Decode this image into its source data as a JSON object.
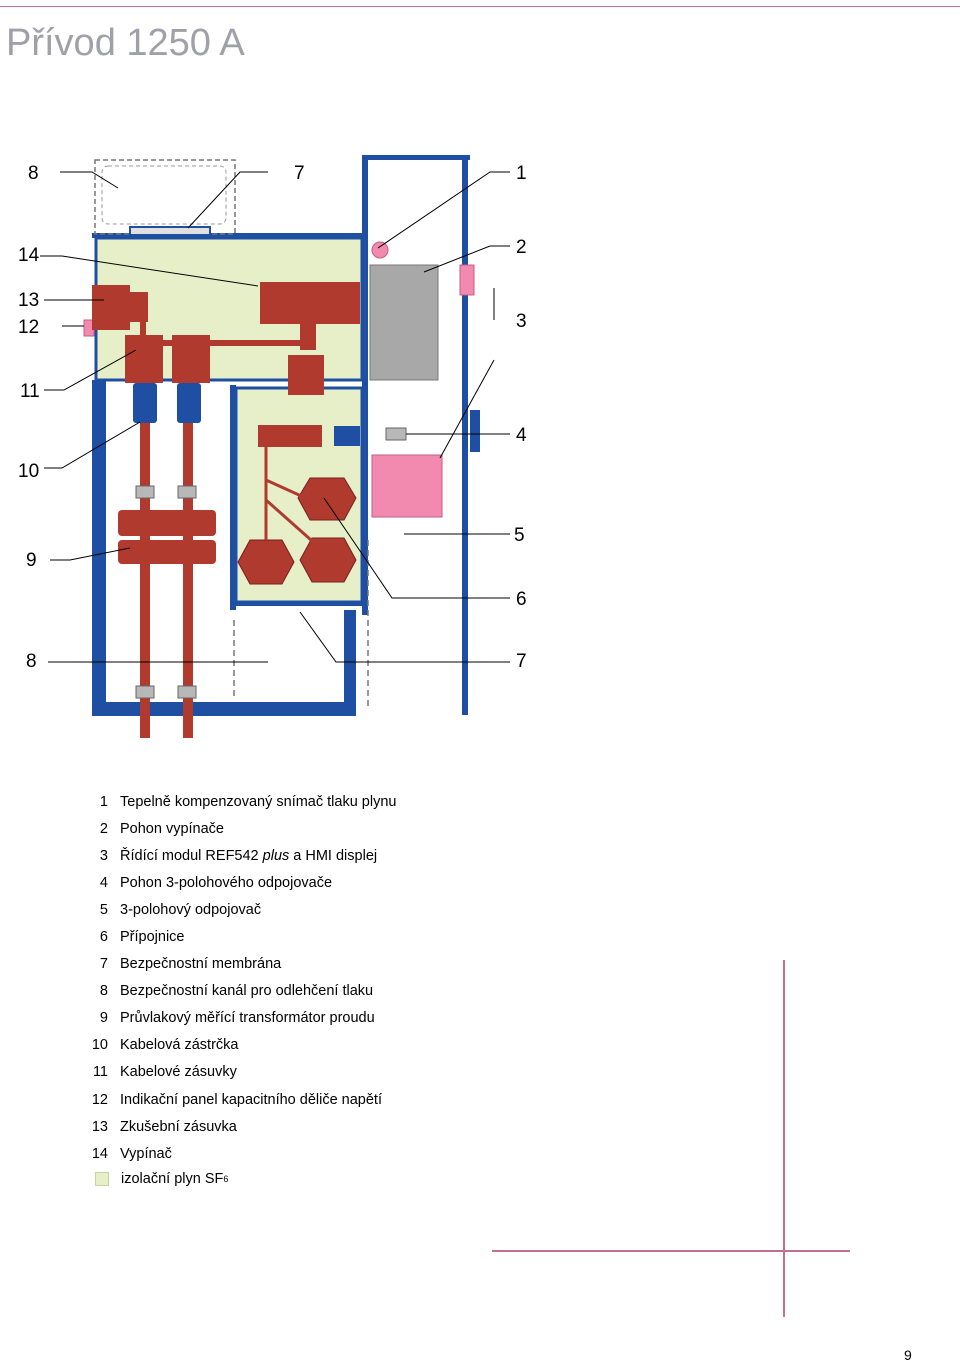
{
  "title": "Přívod 1250 A",
  "callouts_left": [
    "8",
    "14",
    "13",
    "12",
    "11",
    "10",
    "9",
    "8"
  ],
  "callouts_right": [
    "7",
    "1",
    "2",
    "3",
    "4",
    "5",
    "6",
    "7"
  ],
  "legend": [
    {
      "num": "1",
      "text": "Tepelně kompenzovaný snímač tlaku plynu"
    },
    {
      "num": "2",
      "text": "Pohon vypínače"
    },
    {
      "num": "3",
      "text_before": "Řídící modul REF542 ",
      "text_italic": "plus",
      "text_after": " a HMI displej"
    },
    {
      "num": "4",
      "text": "Pohon 3-polohového odpojovače"
    },
    {
      "num": "5",
      "text": "3-polohový odpojovač"
    },
    {
      "num": "6",
      "text": "Přípojnice"
    },
    {
      "num": "7",
      "text": "Bezpečnostní membrána"
    },
    {
      "num": "8",
      "text": "Bezpečnostní kanál pro odlehčení tlaku"
    },
    {
      "num": "9",
      "text": "Průvlakový měřící transformátor proudu"
    },
    {
      "num": "10",
      "text": "Kabelová zástrčka"
    },
    {
      "num": "11",
      "text": "Kabelové zásuvky"
    },
    {
      "num": "12",
      "text": "Indikační panel kapacitního děliče napětí"
    },
    {
      "num": "13",
      "text": "Zkušební zásuvka"
    },
    {
      "num": "14",
      "text": "Vypínač"
    }
  ],
  "gas_legend": {
    "text": "izolační plyn SF",
    "subscript": "6",
    "swatch_color": "#e6efc8"
  },
  "colors": {
    "frame": "#1f4fa3",
    "conductor": "#b03a2e",
    "gas": "#e6efc8",
    "pink": "#f28ab0",
    "grey": "#a8a8a8"
  },
  "page_number": "9"
}
